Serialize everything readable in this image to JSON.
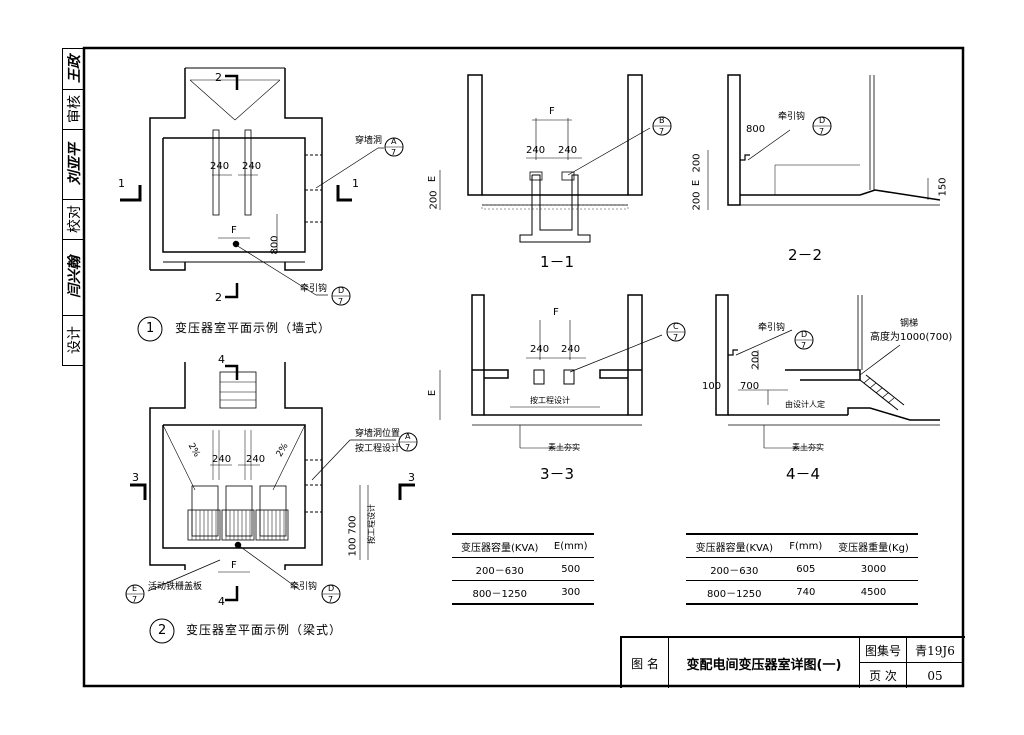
{
  "side_strip": {
    "design_label": "设计",
    "check_label": "校对",
    "review_label": "审核",
    "sig_design": "闫兴翰",
    "sig_check": "刘亚平",
    "sig_review": "王政"
  },
  "plan1": {
    "number": "1",
    "title": "变压器室平面示例（墙式）",
    "dim_240_a": "240",
    "dim_240_b": "240",
    "dim_F": "F",
    "dim_800": "800",
    "section_1": "1",
    "section_2": "2",
    "label_wall_opening": "穿墙洞",
    "label_pull_hook": "牵引钩",
    "ref_A": {
      "letter": "A",
      "sheet": "7"
    },
    "ref_D": {
      "letter": "D",
      "sheet": "7"
    }
  },
  "plan2": {
    "number": "2",
    "title": "变压器室平面示例（梁式）",
    "dim_240_a": "240",
    "dim_240_b": "240",
    "dim_F": "F",
    "slope_a": "2%",
    "slope_b": "2%",
    "dim_700": "700",
    "dim_100": "100",
    "label_site_design": "按工程设计",
    "label_wall_opening": "穿墙洞位置",
    "label_wall_opening2": "按工程设计",
    "label_cover": "活动铁栅盖板",
    "label_pull_hook": "牵引钩",
    "section_3": "3",
    "section_4": "4",
    "ref_A": {
      "letter": "A",
      "sheet": "7"
    },
    "ref_E": {
      "letter": "E",
      "sheet": "7"
    },
    "ref_D": {
      "letter": "D",
      "sheet": "7"
    }
  },
  "sec11": {
    "title": "1－1",
    "dim_F": "F",
    "dim_240_a": "240",
    "dim_240_b": "240",
    "dim_E": "E",
    "dim_200": "200",
    "ref_B": {
      "letter": "B",
      "sheet": "7"
    }
  },
  "sec22": {
    "title": "2－2",
    "dim_800": "800",
    "label_pull_hook": "牵引钩",
    "dim_200": "200",
    "dim_E": "E",
    "dim_200b": "200",
    "dim_150": "150",
    "ref_D": {
      "letter": "D",
      "sheet": "7"
    }
  },
  "sec33": {
    "title": "3－3",
    "dim_F": "F",
    "dim_240_a": "240",
    "dim_240_b": "240",
    "dim_E": "E",
    "label_site_design": "按工程设计",
    "label_soil": "素土夯实",
    "ref_C": {
      "letter": "C",
      "sheet": "7"
    }
  },
  "sec44": {
    "title": "4－4",
    "label_pull_hook": "牵引钩",
    "dim_200": "200",
    "dim_100": "100",
    "dim_700": "700",
    "label_design": "由设计人定",
    "label_soil": "素土夯实",
    "label_ladder": "钢梯",
    "label_height": "高度为1000(700)",
    "ref_D": {
      "letter": "D",
      "sheet": "7"
    }
  },
  "table_E": {
    "headers": [
      "变压器容量(KVA)",
      "E(mm)"
    ],
    "rows": [
      [
        "200－630",
        "500"
      ],
      [
        "800－1250",
        "300"
      ]
    ]
  },
  "table_F": {
    "headers": [
      "变压器容量(KVA)",
      "F(mm)",
      "变压器重量(Kg)"
    ],
    "rows": [
      [
        "200－630",
        "605",
        "3000"
      ],
      [
        "800－1250",
        "740",
        "4500"
      ]
    ]
  },
  "title_block": {
    "name_label": "图 名",
    "drawing_title": "变配电间变压器室详图(一)",
    "atlas_label": "图集号",
    "atlas_no": "青19J6",
    "page_label": "页 次",
    "page_no": "05"
  }
}
